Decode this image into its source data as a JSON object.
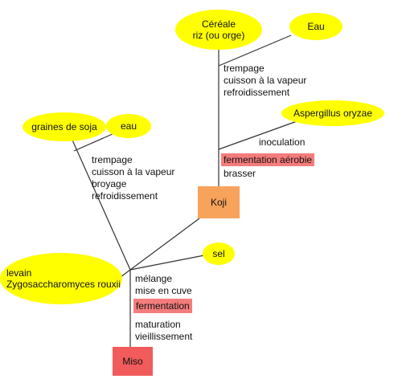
{
  "colors": {
    "ellipse": "#ffff00",
    "koji_box": "#f7a35c",
    "miso_box": "#f25b5b",
    "highlight": "#f47c7c",
    "line": "#333333"
  },
  "ellipses": {
    "cereale_line1": "Céréale",
    "cereale_line2": "riz (ou orge)",
    "eau_top": "Eau",
    "aspergillus": "Aspergillus oryzae",
    "graines_soja": "graines de soja",
    "eau_soja": "eau",
    "sel": "sel",
    "levain_line1": "levain",
    "levain_line2": "Zygosaccharomyces rouxii"
  },
  "koji_branch": {
    "steps": [
      "trempage",
      "cuisson à la vapeur",
      "refroidissement"
    ],
    "inoculation": "inoculation",
    "fermentation": "fermentation aérobie",
    "brasser": "brasser"
  },
  "soja_branch": {
    "steps": [
      "trempage",
      "cuisson à la vapeur",
      "broyage",
      "refroidissement"
    ]
  },
  "miso_branch": {
    "melange": "mélange",
    "mise_en_cuve": "mise en cuve",
    "fermentation": "fermentation",
    "maturation": "maturation",
    "vieillissement": "vieillissement"
  },
  "boxes": {
    "koji": "Koji",
    "miso": "Miso"
  }
}
